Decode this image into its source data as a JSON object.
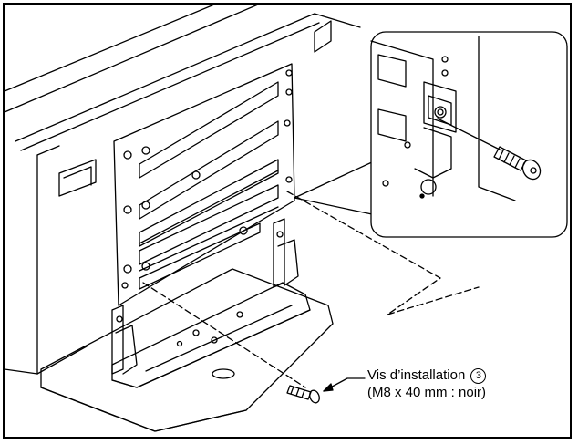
{
  "callout": {
    "line1": "Vis d’installation",
    "number": "3",
    "line2": "(M8 x 40 mm : noir)"
  },
  "icons": {
    "screw": "screw-icon",
    "stand": "stand-icon",
    "panel": "panel-icon",
    "detail": "detail-inset"
  }
}
